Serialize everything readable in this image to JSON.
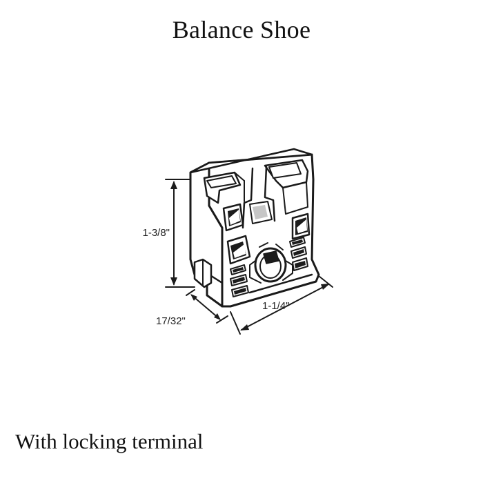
{
  "title": "Balance Shoe",
  "caption": "With locking terminal",
  "dimensions": {
    "height": "1-3/8\"",
    "width": "1-1/4\"",
    "depth": "17/32\""
  },
  "part": {
    "line_color": "#1a1a1a",
    "fill_color": "#ffffff"
  }
}
